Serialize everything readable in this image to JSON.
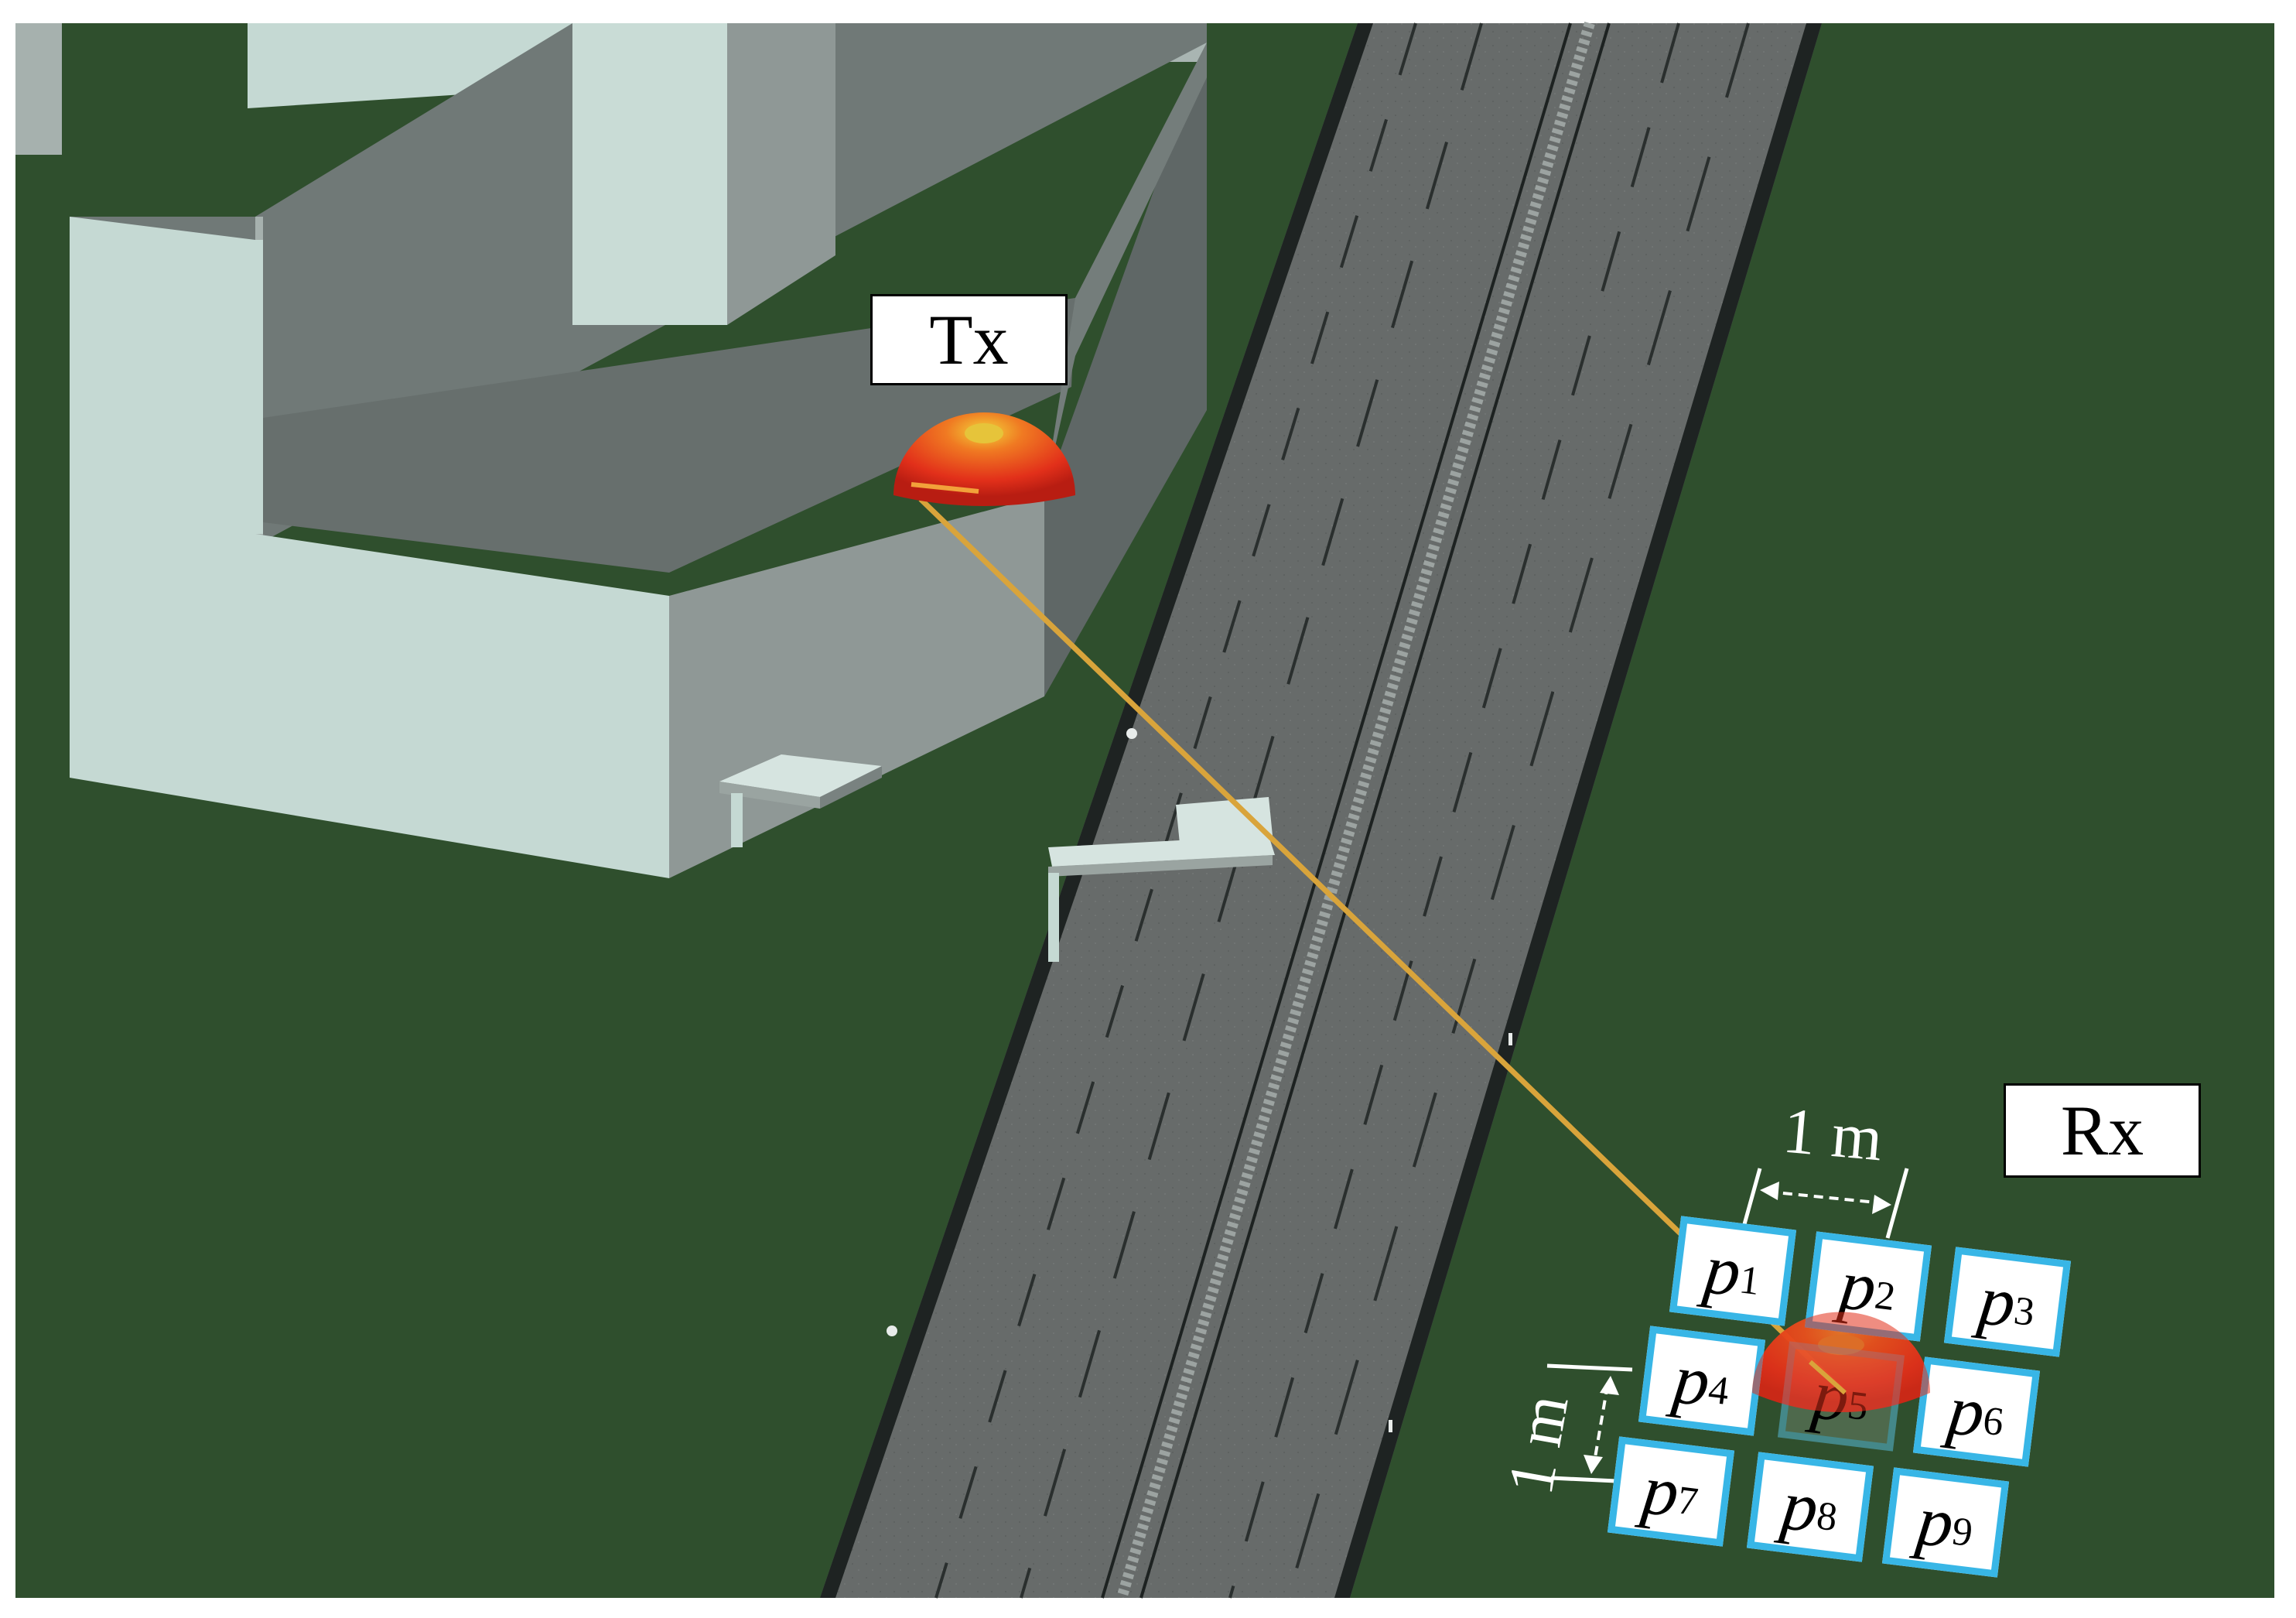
{
  "tx": {
    "label": "Tx"
  },
  "rx": {
    "label": "Rx"
  },
  "dims": {
    "horizontal": "1 m",
    "vertical": "1 m"
  },
  "points": [
    {
      "letter": "p",
      "index": "1"
    },
    {
      "letter": "p",
      "index": "2"
    },
    {
      "letter": "p",
      "index": "3"
    },
    {
      "letter": "p",
      "index": "4"
    },
    {
      "letter": "p",
      "index": "5"
    },
    {
      "letter": "p",
      "index": "6"
    },
    {
      "letter": "p",
      "index": "7"
    },
    {
      "letter": "p",
      "index": "8"
    },
    {
      "letter": "p",
      "index": "9"
    }
  ],
  "colors": {
    "ground": "#2f4f2d",
    "road": "#676b6a",
    "building_light": "#c5d9d3",
    "building_mid": "#8f9896",
    "building_dark": "#676f6d",
    "ray": "#d9a43b",
    "antenna": "#e8341c",
    "point_border": "#38b6e6"
  }
}
